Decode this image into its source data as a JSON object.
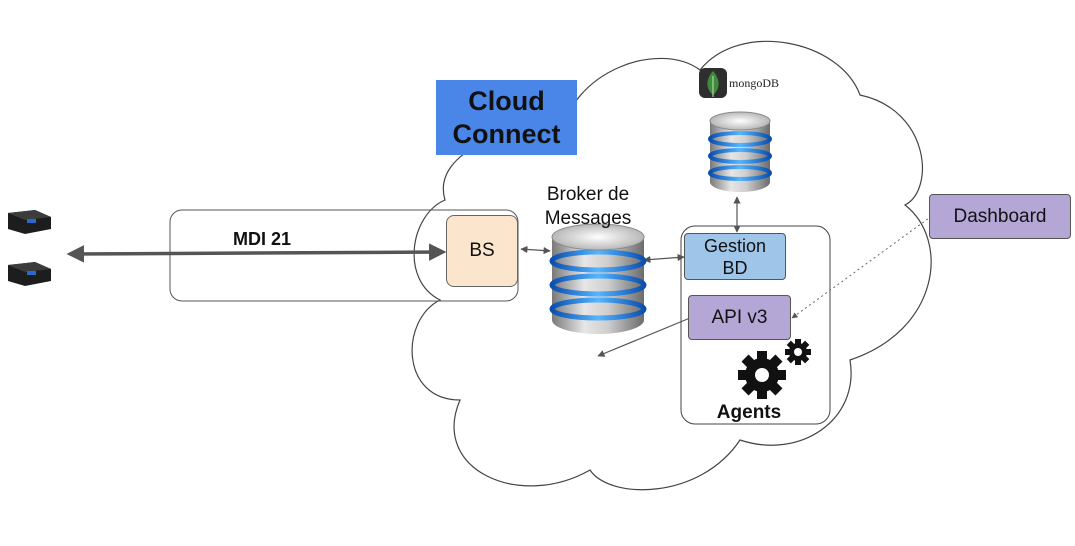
{
  "diagram": {
    "title": "Cloud Connect",
    "link_label": "MDI 21",
    "nodes": {
      "bs": "BS",
      "broker": "Broker de\nMessages",
      "gestion_bd": "Gestion\nBD",
      "api": "API v3",
      "agents": "Agents",
      "dashboard": "Dashboard",
      "mongodb_logo": "mongoDB"
    },
    "colors": {
      "title_bg": "#4a86e8",
      "bs_fill": "#fce5cd",
      "gestion_fill": "#9fc5e8",
      "api_fill": "#b4a7d6",
      "dashboard_fill": "#b4a7d6",
      "mongo_green": "#3f8a3b",
      "db_ring": "#2f7fe0"
    },
    "icons": [
      "obd-device-icon",
      "database-icon",
      "gear-icon",
      "mongodb-leaf-icon"
    ]
  }
}
